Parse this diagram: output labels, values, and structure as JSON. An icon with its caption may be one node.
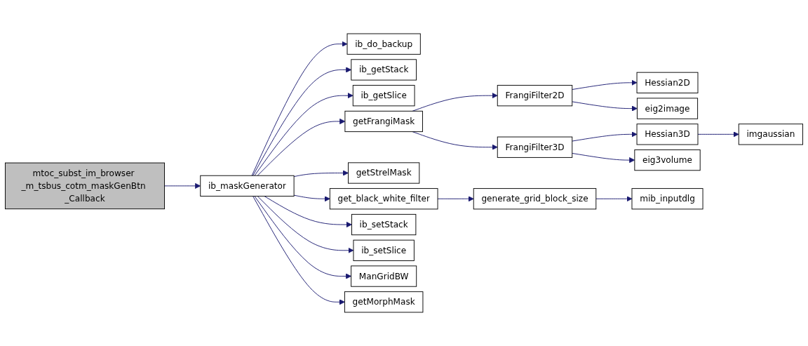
{
  "diagram": {
    "nodes": [
      {
        "text": [
          "mtoc_subst_im_browser _m_tsbus_cotm_maskGenBtn _Callback"
        ]
      },
      {
        "text": [
          "ib_maskGenerator"
        ]
      },
      {
        "text": [
          "ib_do_backup"
        ]
      },
      {
        "text": [
          "ib_getStack"
        ]
      },
      {
        "text": [
          "ib_getSlice"
        ]
      },
      {
        "text": [
          "getFrangiMask"
        ]
      },
      {
        "text": [
          "getStrelMask"
        ]
      },
      {
        "text": [
          "get_black_white_filter"
        ]
      },
      {
        "text": [
          "ib_setStack"
        ]
      },
      {
        "text": [
          "ib_setSlice"
        ]
      },
      {
        "text": [
          "ManGridBW"
        ]
      },
      {
        "text": [
          "getMorphMask"
        ]
      },
      {
        "text": [
          "FrangiFilter2D"
        ]
      },
      {
        "text": [
          "FrangiFilter3D"
        ]
      },
      {
        "text": [
          "generate_grid_block_size"
        ]
      },
      {
        "text": [
          "Hessian2D"
        ]
      },
      {
        "text": [
          "eig2image"
        ]
      },
      {
        "text": [
          "Hessian3D"
        ]
      },
      {
        "text": [
          "eig3volume"
        ]
      },
      {
        "text": [
          "mib_inputdlg"
        ]
      },
      {
        "text": [
          "imgaussian"
        ]
      }
    ],
    "edges": [
      {
        "from": 0,
        "to": 1,
        "arrow": "to"
      },
      {
        "from": 1,
        "to": 2,
        "arrow": "to"
      },
      {
        "from": 1,
        "to": 3,
        "arrow": "to"
      },
      {
        "from": 1,
        "to": 4,
        "arrow": "to"
      },
      {
        "from": 1,
        "to": 5,
        "arrow": "to"
      },
      {
        "from": 1,
        "to": 6,
        "arrow": "to"
      },
      {
        "from": 1,
        "to": 7,
        "arrow": "to"
      },
      {
        "from": 1,
        "to": 8,
        "arrow": "to"
      },
      {
        "from": 1,
        "to": 9,
        "arrow": "to"
      },
      {
        "from": 1,
        "to": 10,
        "arrow": "to"
      },
      {
        "from": 1,
        "to": 11,
        "arrow": "to"
      },
      {
        "from": 5,
        "to": 12,
        "arrow": "to"
      },
      {
        "from": 5,
        "to": 13,
        "arrow": "to"
      },
      {
        "from": 7,
        "to": 14,
        "arrow": "to"
      },
      {
        "from": 12,
        "to": 15,
        "arrow": "to"
      },
      {
        "from": 12,
        "to": 16,
        "arrow": "to"
      },
      {
        "from": 13,
        "to": 17,
        "arrow": "to"
      },
      {
        "from": 13,
        "to": 18,
        "arrow": "to"
      },
      {
        "from": 14,
        "to": 19,
        "arrow": "to"
      },
      {
        "from": 17,
        "to": 20,
        "arrow": "to"
      }
    ]
  }
}
